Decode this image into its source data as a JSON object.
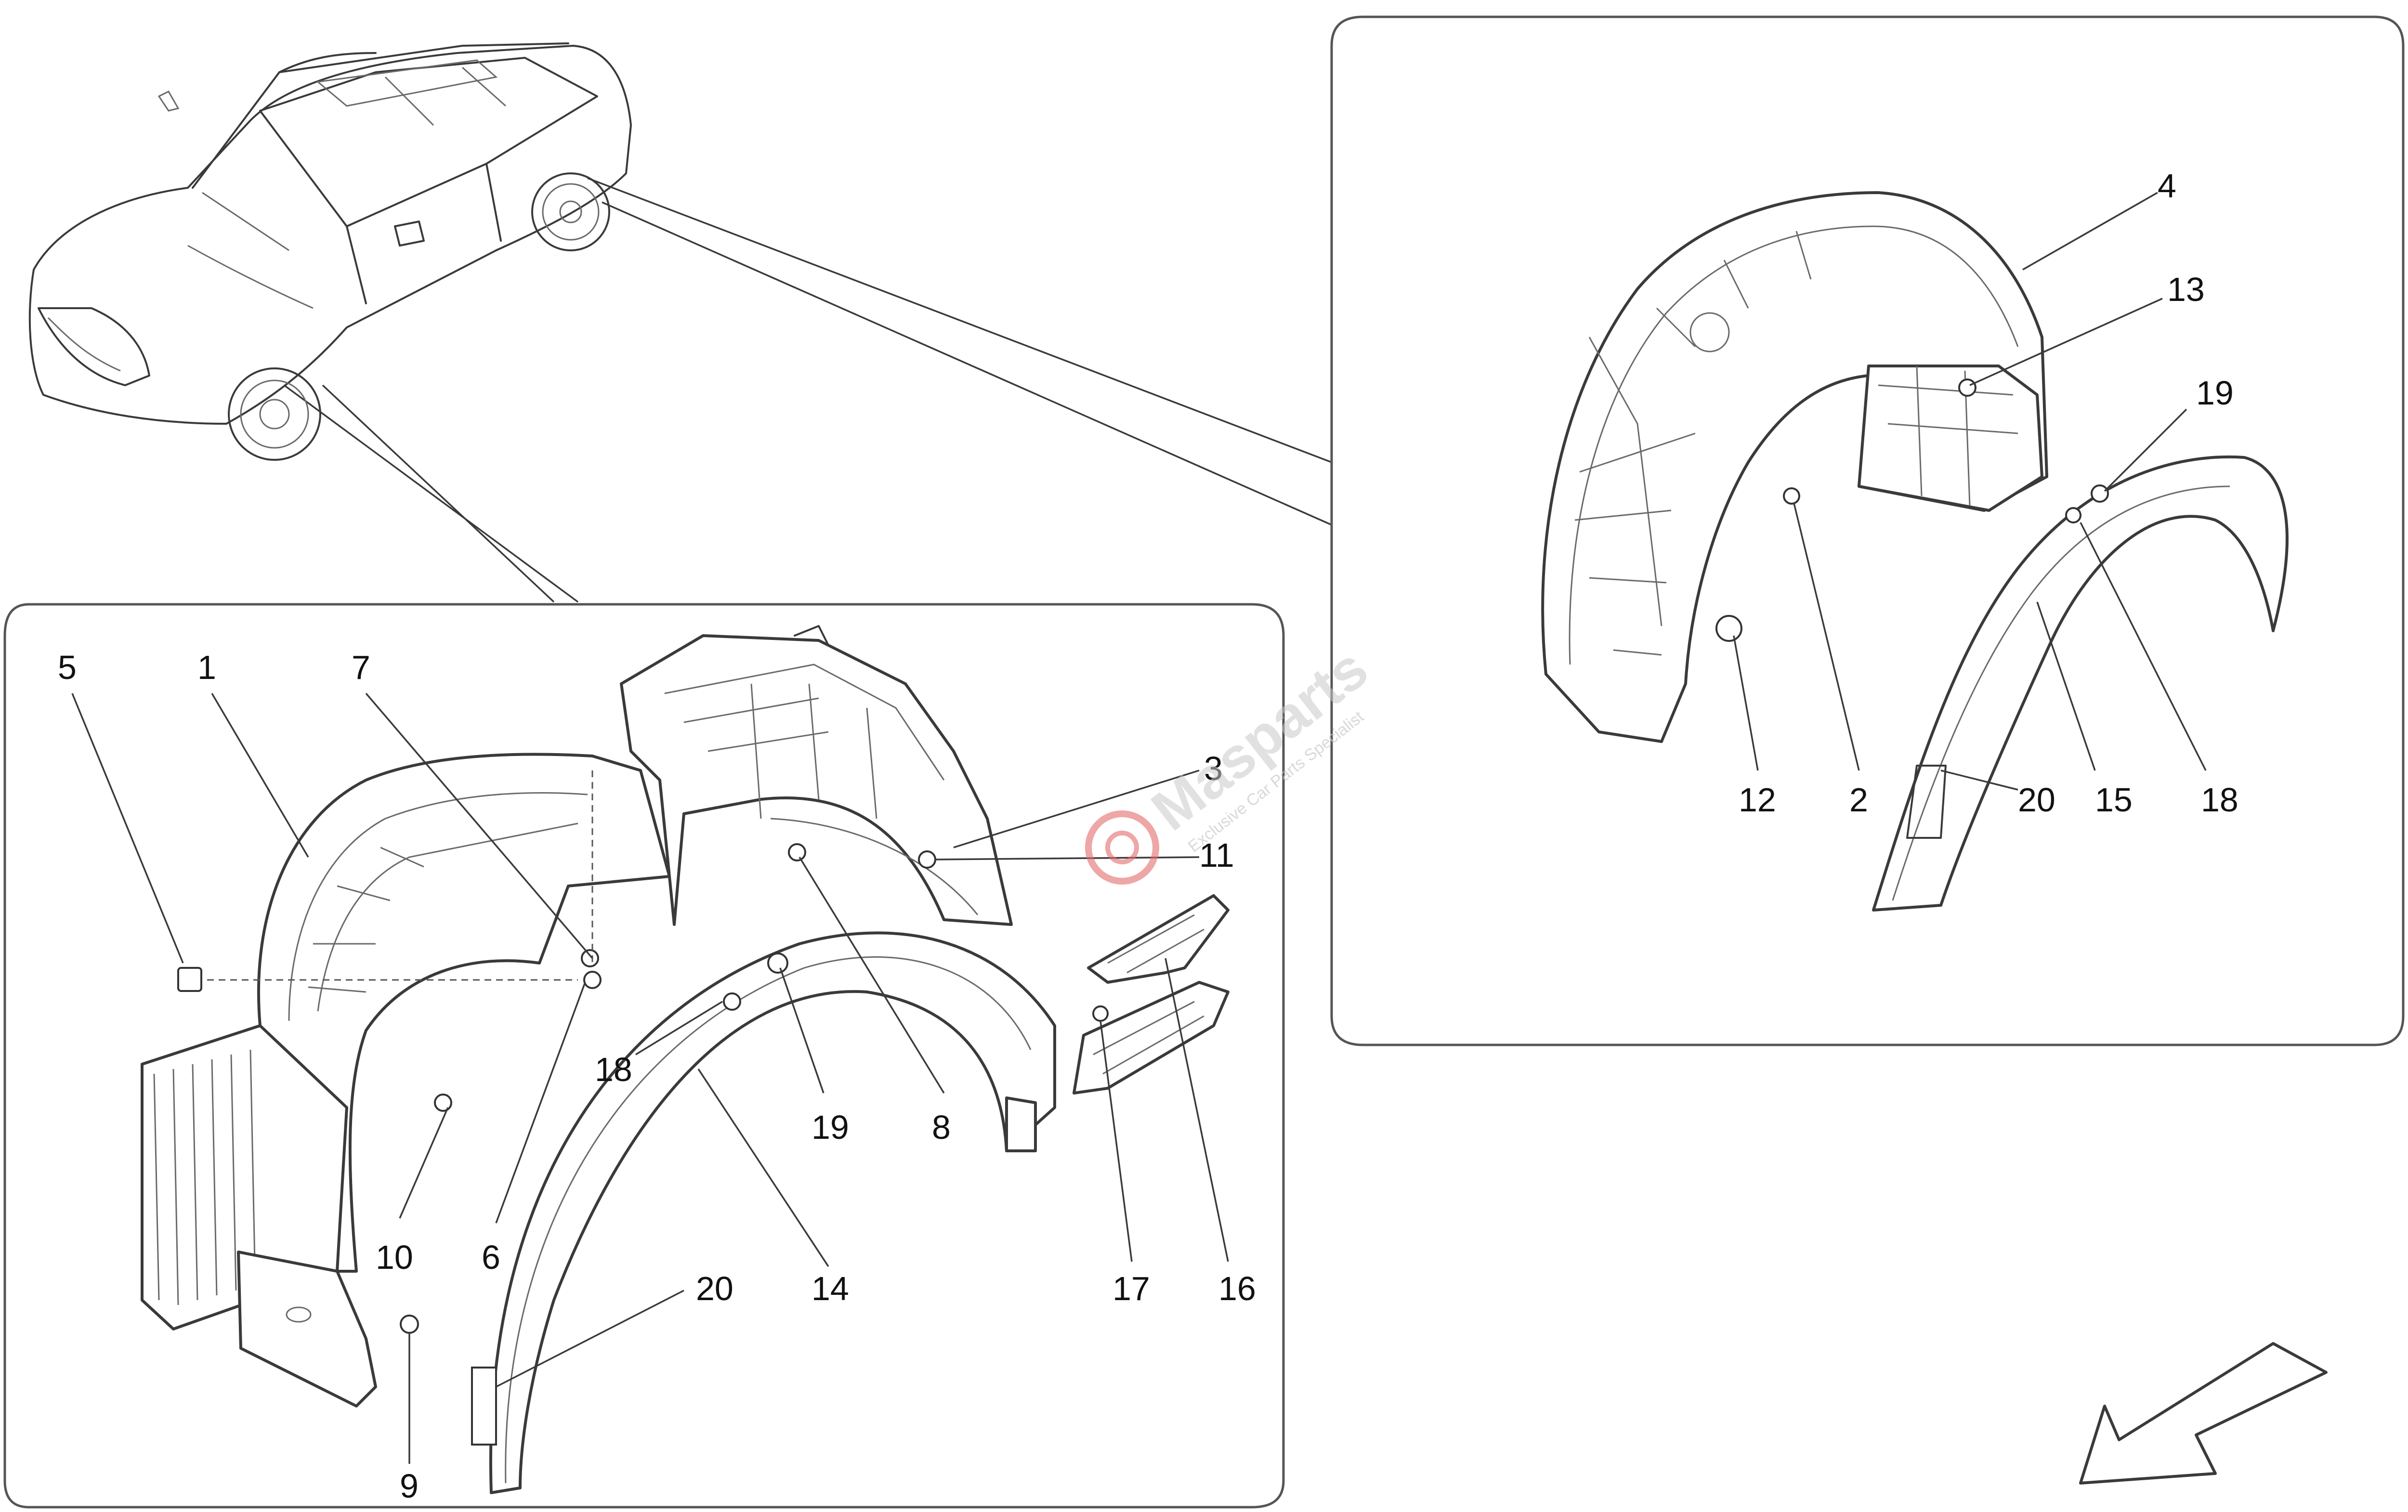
{
  "watermark": {
    "brand": "Masparts",
    "tagline": "Exclusive Car Parts Specialist",
    "accent": "#e36b6b"
  },
  "panels": {
    "front": {
      "callouts": [
        {
          "id": "front-5",
          "label": "5"
        },
        {
          "id": "front-1",
          "label": "1"
        },
        {
          "id": "front-7",
          "label": "7"
        },
        {
          "id": "front-3",
          "label": "3"
        },
        {
          "id": "front-11",
          "label": "11"
        },
        {
          "id": "front-18",
          "label": "18"
        },
        {
          "id": "front-19",
          "label": "19"
        },
        {
          "id": "front-8",
          "label": "8"
        },
        {
          "id": "front-10",
          "label": "10"
        },
        {
          "id": "front-6",
          "label": "6"
        },
        {
          "id": "front-20",
          "label": "20"
        },
        {
          "id": "front-14",
          "label": "14"
        },
        {
          "id": "front-17",
          "label": "17"
        },
        {
          "id": "front-16",
          "label": "16"
        },
        {
          "id": "front-9",
          "label": "9"
        }
      ]
    },
    "rear": {
      "callouts": [
        {
          "id": "rear-4",
          "label": "4"
        },
        {
          "id": "rear-13",
          "label": "13"
        },
        {
          "id": "rear-19",
          "label": "19"
        },
        {
          "id": "rear-12",
          "label": "12"
        },
        {
          "id": "rear-2",
          "label": "2"
        },
        {
          "id": "rear-20",
          "label": "20"
        },
        {
          "id": "rear-15",
          "label": "15"
        },
        {
          "id": "rear-18",
          "label": "18"
        }
      ]
    }
  },
  "icons": {
    "vehicle": "car-outline-icon",
    "direction": "direction-arrow-icon",
    "watermark_logo": "gear-logo-icon"
  }
}
